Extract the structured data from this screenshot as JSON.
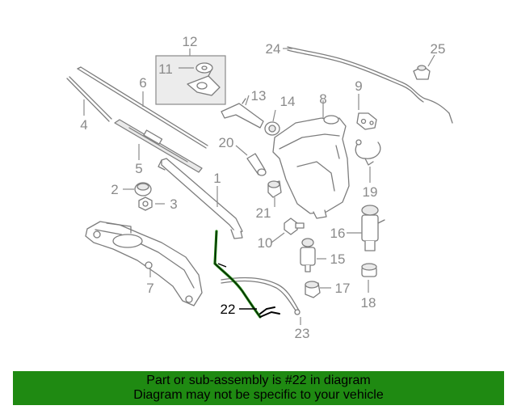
{
  "colors": {
    "banner_bg": "#1f8a12",
    "highlight_hose": "#1f8a12",
    "line_art": "#7d7d7d",
    "callout_text": "#8a8a8a",
    "highlight_callout": "#000000"
  },
  "callouts": {
    "c1": "1",
    "c2": "2",
    "c3": "3",
    "c4": "4",
    "c5": "5",
    "c6": "6",
    "c7": "7",
    "c8": "8",
    "c9": "9",
    "c10": "10",
    "c11": "11",
    "c12": "12",
    "c13": "13",
    "c14": "14",
    "c15": "15",
    "c16": "16",
    "c17": "17",
    "c18": "18",
    "c19": "19",
    "c20": "20",
    "c21": "21",
    "c22": "22",
    "c23": "23",
    "c24": "24",
    "c25": "25"
  },
  "highlighted_part": "22",
  "banner": {
    "line1": "Part or sub-assembly is #22 in diagram",
    "line2": "Diagram may not be specific to your vehicle"
  }
}
